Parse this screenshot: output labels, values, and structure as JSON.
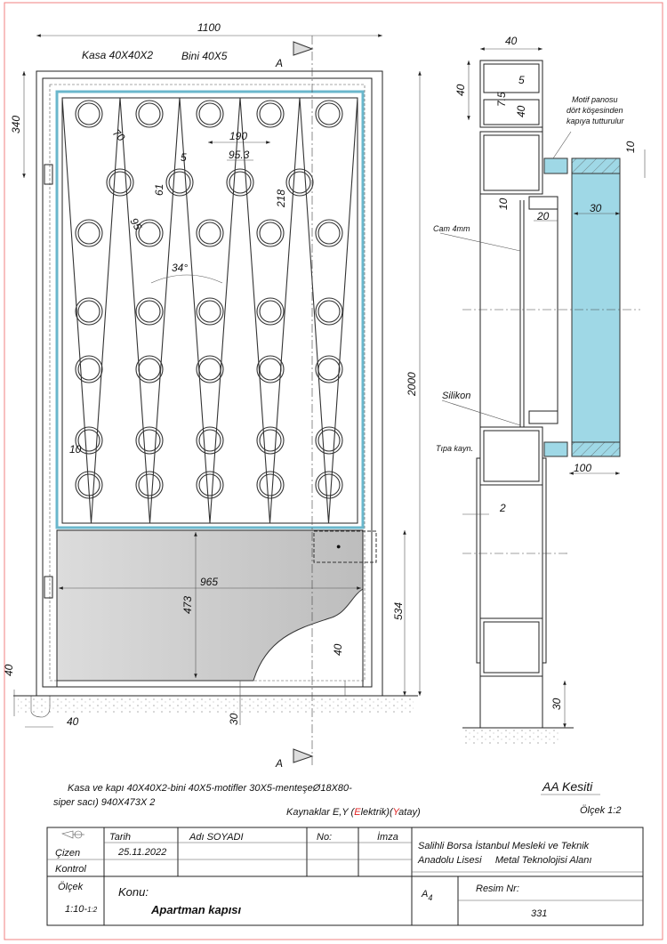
{
  "front_view": {
    "dims": {
      "width_total": "1100",
      "hinge_offset": "340",
      "loop_diameter": "70",
      "bar_thickness": "5",
      "loop_spacing": "190",
      "half_spacing": "95.3",
      "neck": "61",
      "row_pitch": "218",
      "ring": "95",
      "angle": "34°",
      "height_total": "2000",
      "gap": "10",
      "panel_width": "965",
      "panel_height": "473",
      "lower_height": "534",
      "bottom_rail": "40",
      "floor_depth": "40",
      "frame_width": "40",
      "floor_gap": "30"
    },
    "labels": {
      "frame": "Kasa 40X40X2",
      "stop": "Bini 40X5",
      "section_mark_top": "A",
      "section_mark_bottom": "A"
    }
  },
  "section_view": {
    "title": "AA Kesiti",
    "scale": "Ölçek 1:2",
    "dims": {
      "tube_width": "40",
      "tube_height": "40",
      "offset": "7.5",
      "stop_thk": "5",
      "stop_len": "40",
      "tab": "10",
      "gap10": "10",
      "bead": "20",
      "bar": "30",
      "depth": "100",
      "sheet": "2",
      "floor": "30"
    },
    "notes": {
      "motif_line1": "Motif panosu",
      "motif_line2": "dört köşesinden",
      "motif_line3": "kapıya tutturulur",
      "glass": "Cam 4mm",
      "silicone": "Silikon",
      "plug_weld": "Tıpa kayn."
    }
  },
  "notes": {
    "materials_line1": "Kasa ve kapı 40X40X2-bini 40X5-motifler 30X5-menteşeØ18X80-",
    "materials_line2": "siper sacı) 940X473X 2",
    "welds_prefix": "Kaynaklar E,Y (",
    "welds_e": "E",
    "welds_mid": "lektrik)(",
    "welds_y": "Y",
    "welds_suffix": "atay)"
  },
  "title_block": {
    "date_header": "Tarih",
    "name_header": "Adı SOYADI",
    "no_header": "No:",
    "signature_header": "İmza",
    "drawn_by": "Çizen",
    "date": "25.11.2022",
    "checked_by": "Kontrol",
    "school_line1": "Salihli Borsa İstanbul Mesleki ve Teknik",
    "school_line2": "Anadolu Lisesi     Metal Teknolojisi Alanı",
    "scale_label": "Ölçek",
    "scale_main": "1:10-",
    "scale_detail": "1:2",
    "subject_label": "Konu:",
    "subject": "Apartman kapısı",
    "paper": "A",
    "paper_sub": "4",
    "drawing_no_label": "Resim Nr:",
    "drawing_no": "331"
  },
  "colors": {
    "glass": "#9fd8e6",
    "panel": "#c8c8c8",
    "border": "#f08080",
    "accent_red": "#e02020"
  }
}
